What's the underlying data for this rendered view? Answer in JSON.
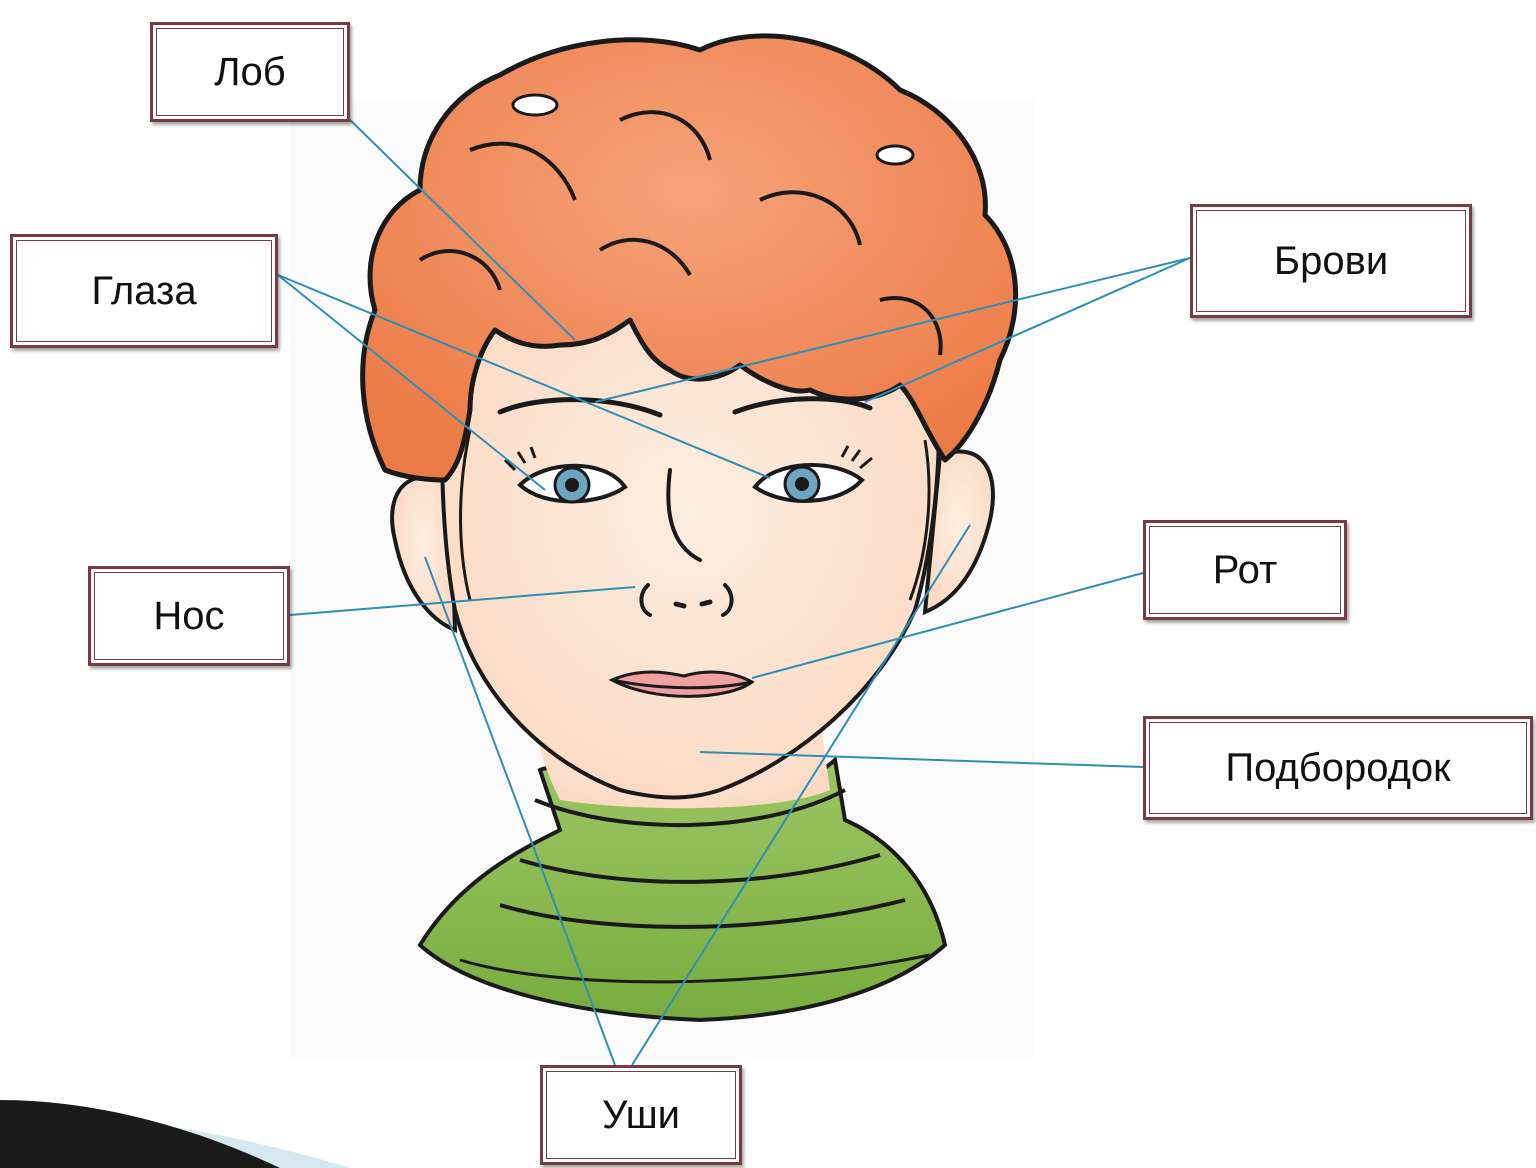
{
  "labels": {
    "forehead": "Лоб",
    "eyes": "Глаза",
    "eyebrows": "Брови",
    "nose": "Нос",
    "mouth": "Рот",
    "chin": "Подбородок",
    "ears": "Уши"
  },
  "colors": {
    "hair": "#f08a5a",
    "skin": "#fde4cf",
    "sweater": "#8dbb55",
    "lips": "#f1a0a0",
    "iris": "#6ea6c2",
    "leader_line": "#2e8fb5",
    "box_border": "#7a3a44",
    "outline": "#1a1a1a"
  }
}
